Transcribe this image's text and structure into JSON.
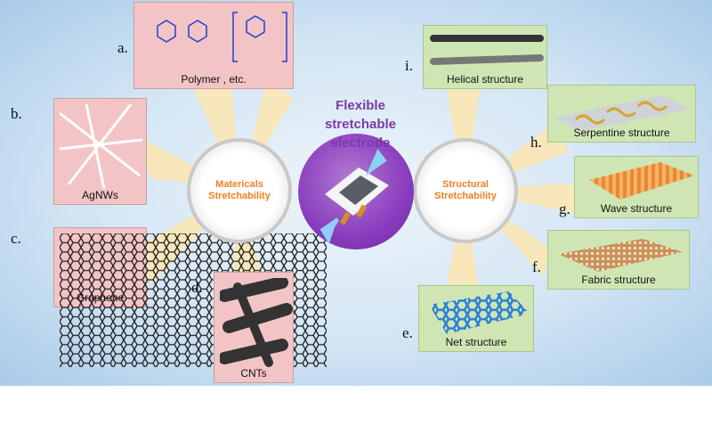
{
  "title": [
    "Flexible",
    "stretchable",
    "electrode"
  ],
  "left_hub": [
    "Matericals",
    "Stretchability"
  ],
  "right_hub": [
    "Structural",
    "Stretchability"
  ],
  "materials": [
    {
      "letter": "a.",
      "caption": "Polymer , etc."
    },
    {
      "letter": "b.",
      "caption": "AgNWs"
    },
    {
      "letter": "c.",
      "caption": "Graphene"
    },
    {
      "letter": "d.",
      "caption": "CNTs"
    }
  ],
  "structures": [
    {
      "letter": "i.",
      "caption": "Helical  structure"
    },
    {
      "letter": "h.",
      "caption": "Serpentine structure"
    },
    {
      "letter": "g.",
      "caption": "Wave structure"
    },
    {
      "letter": "f.",
      "caption": "Fabric structure"
    },
    {
      "letter": "e.",
      "caption": "Net structure"
    }
  ],
  "colors": {
    "accent_purple": "#7b3aa8",
    "hub_text": "#f07f22",
    "material_box": "#f3c4c6",
    "structure_box": "#cfe6b4"
  }
}
